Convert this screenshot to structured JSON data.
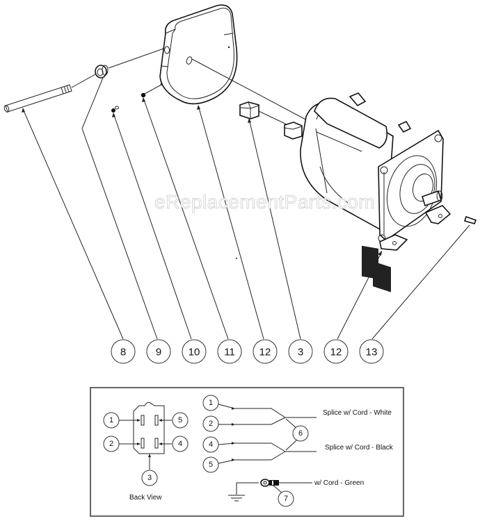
{
  "watermark": "eReplacementParts.com",
  "callouts": [
    {
      "id": "callout-8",
      "label": "8",
      "part": "shaft-rod"
    },
    {
      "id": "callout-9",
      "label": "9",
      "part": "bushing"
    },
    {
      "id": "callout-10",
      "label": "10",
      "part": "small-screw"
    },
    {
      "id": "callout-11",
      "label": "11",
      "part": "screw"
    },
    {
      "id": "callout-12a",
      "label": "12",
      "part": "fan-cover"
    },
    {
      "id": "callout-3",
      "label": "3",
      "part": "connector"
    },
    {
      "id": "callout-12b",
      "label": "12",
      "part": "motor"
    },
    {
      "id": "callout-13",
      "label": "13",
      "part": "key"
    }
  ],
  "wiring": {
    "connector": {
      "pins": [
        "1",
        "5",
        "2",
        "4"
      ],
      "housing_label": "3",
      "caption": "Back View"
    },
    "leads": [
      "1",
      "2",
      "4",
      "5"
    ],
    "splice_label": "6",
    "splice_white": "Splice w/ Cord - White",
    "splice_black": "Splice w/ Cord - Black",
    "ground_label": "7",
    "ground_text": "w/ Cord - Green"
  }
}
